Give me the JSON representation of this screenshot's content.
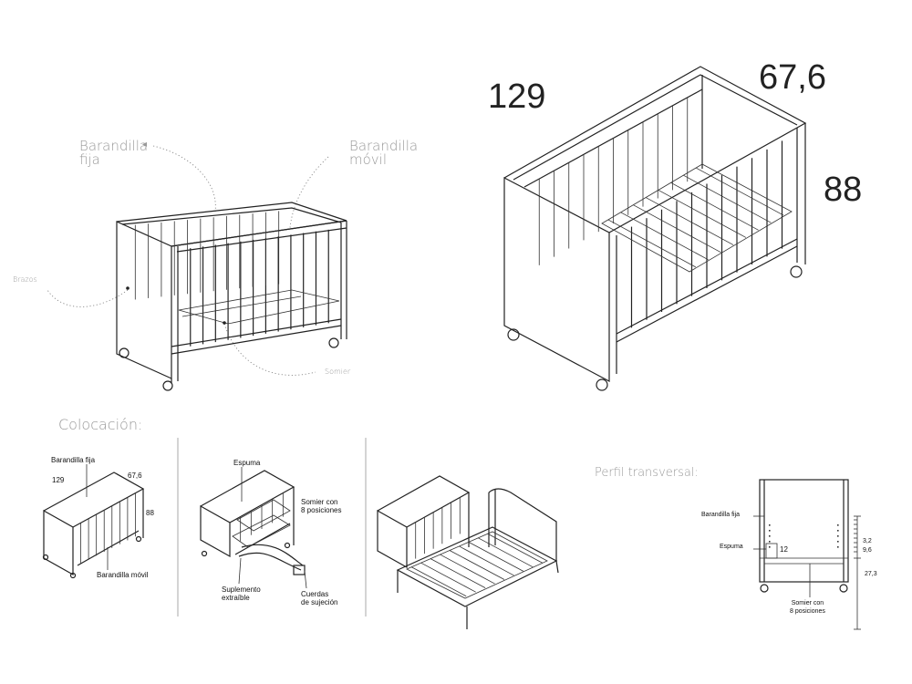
{
  "main_figure": {
    "labels": {
      "fixed_rail": "Barandilla\nfija",
      "movable_rail": "Barandilla\nmóvil",
      "arms": "Brazos",
      "mattress_base": "Somier"
    }
  },
  "dimensions": {
    "length": "129",
    "width": "67,6",
    "height": "88"
  },
  "placement": {
    "title": "Colocación:",
    "panel1": {
      "fixed_rail": "Barandilla fija",
      "length": "129",
      "width": "67,6",
      "height": "88",
      "movable_rail": "Barandilla móvil"
    },
    "panel2": {
      "foam": "Espuma",
      "base": "Somier con\n8 posiciones",
      "extension": "Suplemento\nextraíble",
      "straps": "Cuerdas\nde sujeción"
    }
  },
  "profile": {
    "title": "Perfil transversal:",
    "fixed_rail": "Barandilla fija",
    "foam": "Espuma",
    "foam_thickness": "12",
    "step": "3,2",
    "spacing": "9,6",
    "height": "27,3",
    "base": "Somier con\n8 posiciones"
  }
}
